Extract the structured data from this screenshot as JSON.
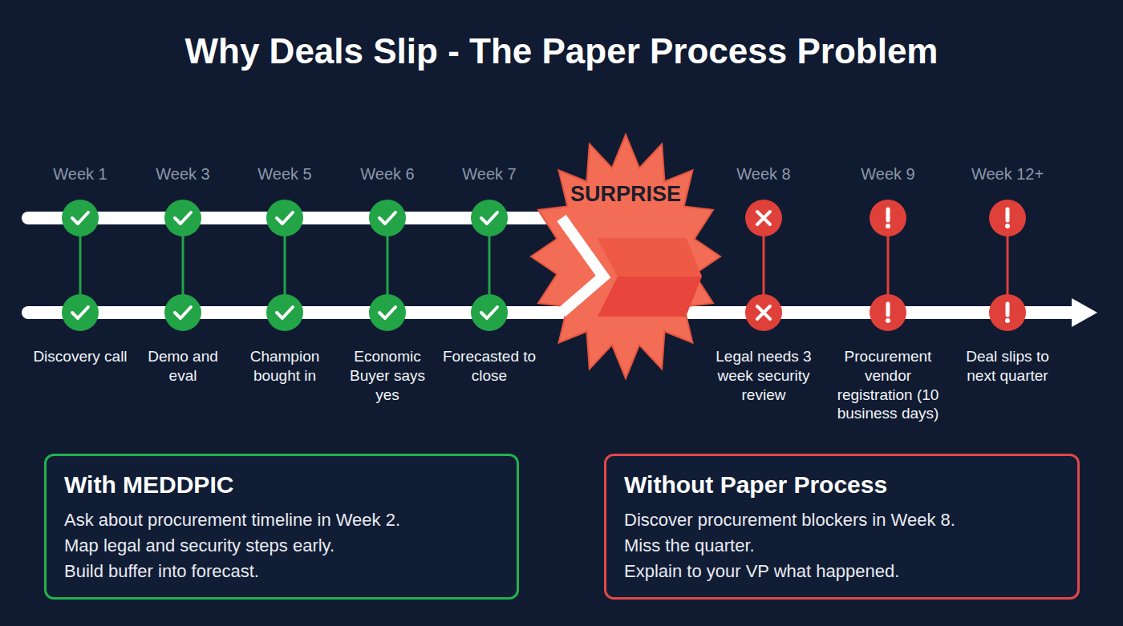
{
  "diagram": {
    "title": "Why Deals Slip - The Paper Process Problem",
    "nodes": [
      {
        "text": [
          "SURPRISE"
        ]
      },
      {
        "text": [
          "With MEDDPIC",
          "Ask about procurement timeline in Week 2.",
          "Map legal and security steps early.",
          "Build buffer into forecast."
        ]
      },
      {
        "text": [
          "Without Paper Process",
          "Discover procurement blockers in Week 8.",
          "Miss the quarter.",
          "Explain to your VP what happened."
        ]
      }
    ],
    "labels": [
      "Week 1",
      "Week 3",
      "Week 5",
      "Week 6",
      "Week 7",
      "Week 8",
      "Week 9",
      "Week 12+",
      "Discovery call",
      "Demo and eval",
      "Champion bought in",
      "Economic Buyer says yes",
      "Forecasted to close",
      "Legal needs 3 week security review",
      "Procurement vendor registration (10 business days)",
      "Deal slips to next quarter"
    ]
  }
}
